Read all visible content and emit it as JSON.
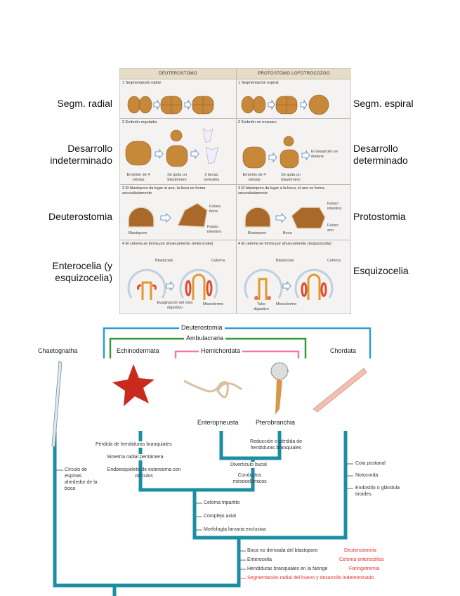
{
  "side_labels": {
    "left": [
      "Segm. radial",
      "Desarrollo indeterminado",
      "Deuterostomia",
      "Enterocelia (y esquizocelia)"
    ],
    "right": [
      "Segm. espiral",
      "Desarrollo determinado",
      "Protostomia",
      "Esquizocelia"
    ]
  },
  "table": {
    "headers": [
      "DEUTEROSTOMO",
      "PROTOSTOMO LOFOTROCOZOO"
    ],
    "rows": [
      {
        "left_title": "1 Segmentación radial",
        "right_title": "1 Segmentación espiral"
      },
      {
        "left_title": "2 Embrión regulador",
        "right_title": "2 Embrión en mosaico",
        "left_captions": [
          "Embrión de 4 células",
          "Se quita un blastómero",
          "2 larvas normales"
        ],
        "right_captions": [
          "Embrión de 4 células",
          "Se quita un blastómero",
          "El desarrollo se detiene"
        ]
      },
      {
        "left_title": "3 El blastoporo da lugar al ano, la boca se forma secundariamente",
        "right_title": "3 El blastoporo da lugar a la boca, el ano se forma secundariamente",
        "left_captions": [
          "Blastoporo",
          "Futura boca",
          "Futuro intestino"
        ],
        "right_captions": [
          "Blastoporo",
          "Boca",
          "Futuro intestino",
          "Futuro ano"
        ]
      },
      {
        "left_title": "4 El celoma se forma por ahuecamiento (enterocelia)",
        "right_title": "4 El celoma se forma por ahuecamiento (esquizocelia)",
        "left_captions": [
          "Blastocele",
          "Celoma",
          "Evaginación del tubo digestivo",
          "Mesodermo"
        ],
        "right_captions": [
          "Blastocele",
          "Celoma",
          "Tubo digestivo",
          "Mesodermo"
        ]
      }
    ]
  },
  "cladogram": {
    "clades": {
      "deuterostomia": "Deuterostomia",
      "ambulacraria": "Ambulacraria",
      "hemichordata": "Hemichordata"
    },
    "taxa": [
      "Chaetognatha",
      "Echinodermata",
      "Enteropneusta",
      "Pterobranchia",
      "Chordata"
    ],
    "chaetognatha_traits": [
      "Círculo de espinas alrededor de la boca"
    ],
    "echinoderm_traits": [
      "Pérdida de hendiduras branquiales",
      "Simetría radial pentámera",
      "Endoesqueleto de estereoma con osículos"
    ],
    "pterobranch_traits": [
      "Reducción o pérdida de hendiduras branquiales"
    ],
    "hemichordate_traits": [
      "Divertículo bucal",
      "Conductos mesocelómicos"
    ],
    "ambulacraria_traits": [
      "Celoma tripartito",
      "Complejo axial",
      "Morfología larvaria exclusiva"
    ],
    "chordata_traits": [
      "Cola postanal",
      "Notocorda",
      "Endostilo o glándula tiroides"
    ],
    "deuterostome_traits": [
      "Boca no derivada del blastoporo",
      "Enterocelia",
      "Hendiduras branquiales en la faringe"
    ],
    "deuterostome_terms": [
      "Deuterostomía",
      "Celoma enterocélico",
      "Faringotremia"
    ],
    "highlight_trait": "Segmentación radial del huevo y desarrollo indeterminado",
    "colors": {
      "branch": "#1b8ea3",
      "deuterostomia": "#2d9ad8",
      "ambulacraria": "#3a9a3a",
      "hemichordata": "#f07aa6",
      "highlight": "#f03030"
    }
  }
}
